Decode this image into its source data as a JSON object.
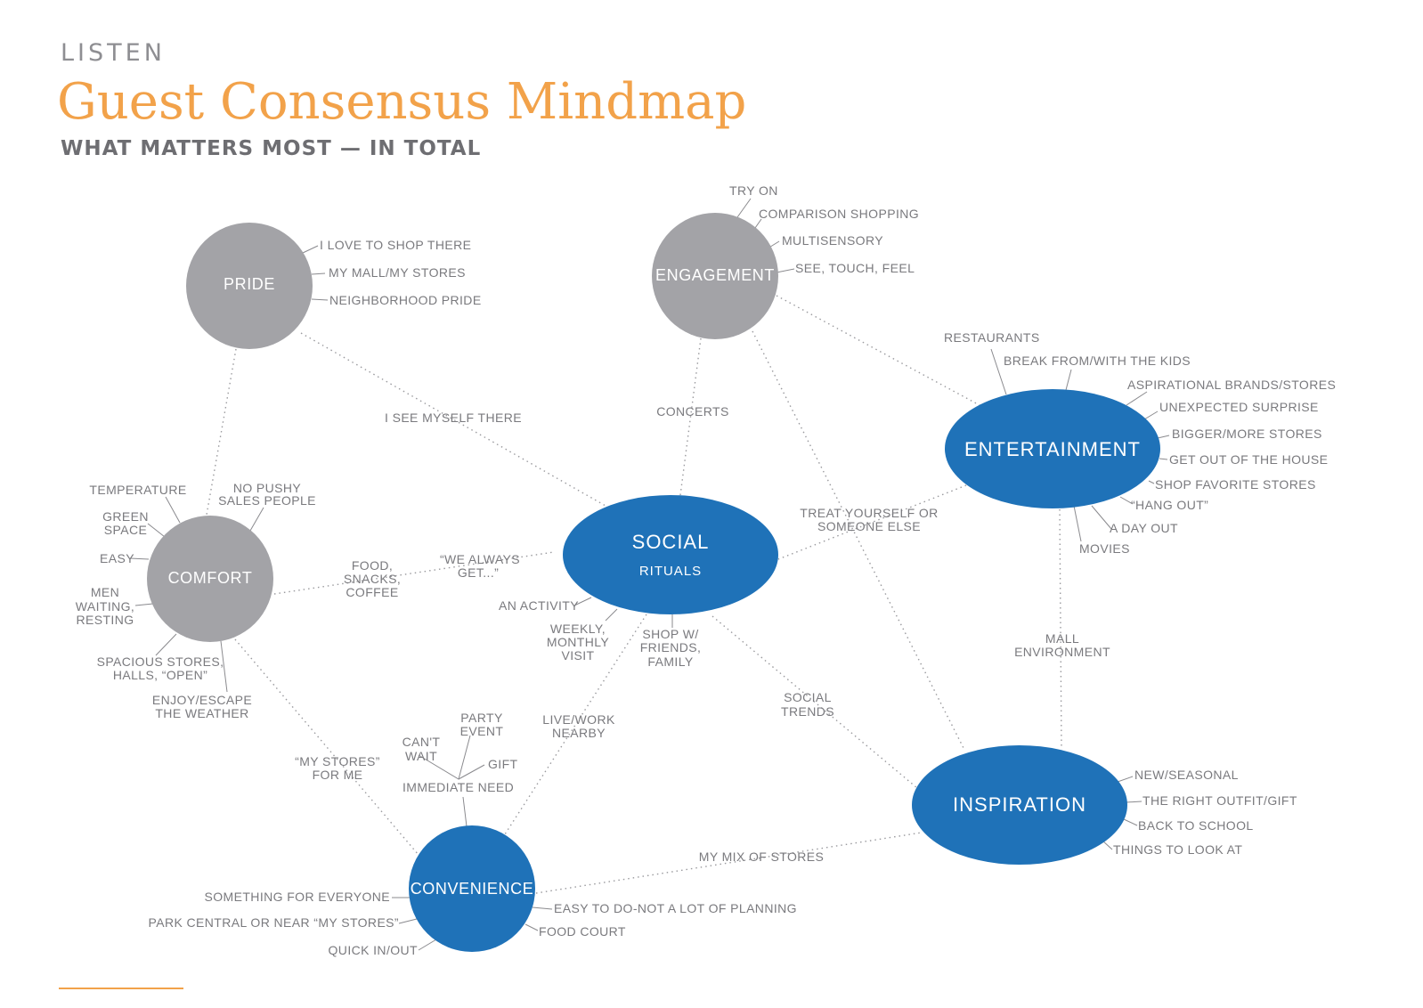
{
  "header": {
    "eyebrow": "LISTEN",
    "title": "Guest Consensus Mindmap",
    "subtitle": "WHAT MATTERS MOST — IN TOTAL"
  },
  "colors": {
    "gray_node": "#a3a3a7",
    "blue_node": "#1f72b8",
    "title_accent": "#f2a24a",
    "label_text": "#7a7a7e"
  },
  "nodes": {
    "pride": {
      "name": "PRIDE",
      "items": [
        "I LOVE TO SHOP THERE",
        "MY MALL/MY STORES",
        "NEIGHBORHOOD PRIDE"
      ]
    },
    "engagement": {
      "name": "ENGAGEMENT",
      "items": [
        "TRY ON",
        "COMPARISON SHOPPING",
        "MULTISENSORY",
        "SEE, TOUCH, FEEL"
      ]
    },
    "entertainment": {
      "name": "ENTERTAINMENT",
      "items": [
        "RESTAURANTS",
        "BREAK FROM/WITH THE KIDS",
        "ASPIRATIONAL BRANDS/STORES",
        "UNEXPECTED SURPRISE",
        "BIGGER/MORE STORES",
        "GET OUT OF THE HOUSE",
        "SHOP FAVORITE STORES",
        "“HANG OUT”",
        "A DAY OUT",
        "MOVIES"
      ]
    },
    "social": {
      "name": "SOCIAL",
      "sub": "RITUALS",
      "items": [
        "AN ACTIVITY",
        "WEEKLY,",
        "MONTHLY",
        "VISIT",
        "SHOP W/",
        "FRIENDS,",
        "FAMILY"
      ]
    },
    "comfort": {
      "name": "COMFORT",
      "items": [
        "TEMPERATURE",
        "NO PUSHY",
        "SALES PEOPLE",
        "GREEN",
        "SPACE",
        "EASY",
        "MEN",
        "WAITING,",
        "RESTING",
        "SPACIOUS STORES,",
        "HALLS, “OPEN”",
        "ENJOY/ESCAPE",
        "THE WEATHER"
      ]
    },
    "convenience": {
      "name": "CONVENIENCE",
      "items": [
        "PARTY",
        "EVENT",
        "CAN'T",
        "WAIT",
        "GIFT",
        "IMMEDIATE NEED",
        "SOMETHING FOR EVERYONE",
        "PARK CENTRAL OR NEAR “MY STORES”",
        "QUICK IN/OUT",
        "EASY TO DO-NOT A LOT OF PLANNING",
        "FOOD COURT"
      ]
    },
    "inspiration": {
      "name": "INSPIRATION",
      "items": [
        "NEW/SEASONAL",
        "THE RIGHT OUTFIT/GIFT",
        "BACK TO SCHOOL",
        "THINGS TO LOOK AT"
      ]
    }
  },
  "links": {
    "pride_social": "I SEE MYSELF THERE",
    "engagement_social": "CONCERTS",
    "entertainment_social_1": "TREAT YOURSELF OR",
    "entertainment_social_2": "SOMEONE ELSE",
    "comfort_social_1": "FOOD,",
    "comfort_social_2": "SNACKS,",
    "comfort_social_3": "COFFEE",
    "comfort_social_4": "“WE ALWAYS",
    "comfort_social_5": "GET...”",
    "entertainment_inspiration_1": "MALL",
    "entertainment_inspiration_2": "ENVIRONMENT",
    "social_convenience_1": "LIVE/WORK",
    "social_convenience_2": "NEARBY",
    "social_inspiration_1": "SOCIAL",
    "social_inspiration_2": "TRENDS",
    "comfort_convenience_1": "“MY STORES”",
    "comfort_convenience_2": "FOR ME",
    "convenience_inspiration": "MY MIX OF STORES"
  }
}
